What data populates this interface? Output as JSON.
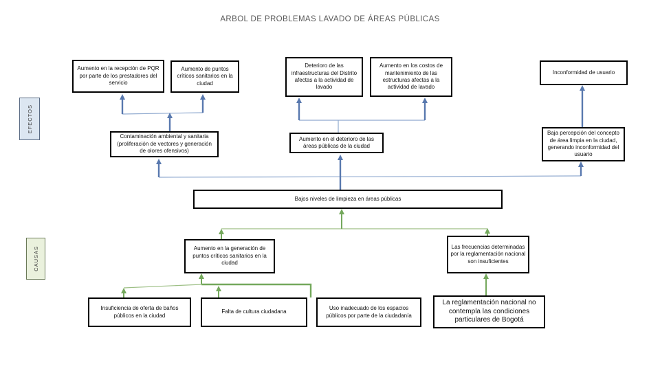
{
  "title": "ARBOL DE PROBLEMAS LAVADO DE ÁREAS PÚBLICAS",
  "bands": {
    "effects_label": "EFECTOS",
    "causes_label": "CAUSAS"
  },
  "tree": {
    "effects_level2": [
      "Aumento en la recepción de PQR por parte de los prestadores del servicio",
      "Aumento de puntos críticos sanitarios en la ciudad",
      "Deterioro de las infraestructuras del Distrito afectas a la actividad de lavado",
      "Aumento en los costos de mantenimiento de las estructuras afectas a la actividad de lavado",
      "Inconformidad de usuario"
    ],
    "effects_level1": [
      "Contaminación ambiental y sanitaria (proliferación de vectores y generación de olores ofensivos)",
      "Aumento en el deterioro de las áreas públicas de la ciudad",
      "Baja percepción del concepto de área limpia en la ciudad, generando inconformidad del usuario"
    ],
    "central_problem": "Bajos niveles de limpieza en áreas públicas",
    "causes_level1": [
      "Aumento en la generación de puntos críticos sanitarios en la ciudad",
      "Las frecuencias determinadas por la reglamentación nacional son insuficientes"
    ],
    "causes_level2": [
      "Insuficiencia de oferta de baños públicos en la ciudad",
      "Falta de cultura ciudadana",
      "Uso inadecuado de los espacios públicos por parte de la ciudadanía",
      "La reglamentación nacional no contempla las condiciones particulares de Bogotá"
    ]
  },
  "colors": {
    "effects_arrow": "#5878ae",
    "effects_line": "#8fa9cf",
    "causes_arrow": "#74a85c",
    "causes_line": "#9dbf85",
    "effects_band_bg": "#dce6f1",
    "causes_band_bg": "#eaf1dd",
    "title_text": "#595959",
    "box_border": "#000000"
  }
}
